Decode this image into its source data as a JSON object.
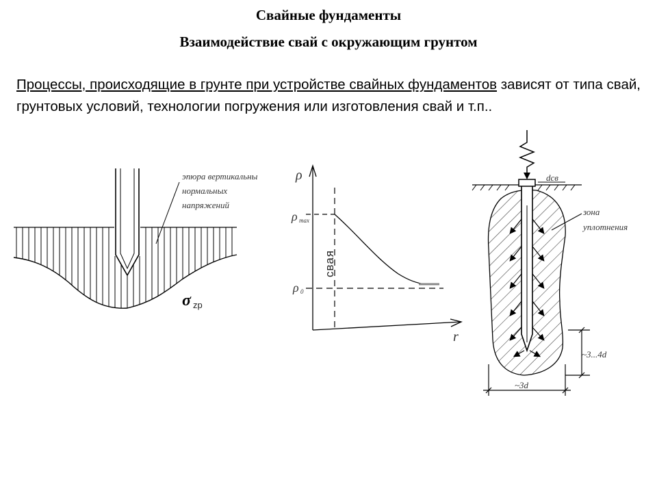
{
  "title": "Свайные фундаменты",
  "subtitle": "Взаимодействие свай с окружающим грунтом",
  "paragraph": {
    "underlined": "Процессы, происходящие в грунте при устройстве свайных фундаментов",
    "rest": " зависят от типа свай, грунтовых условий, технологии погружения или изготовления свай и т.п.."
  },
  "fig1": {
    "label_line1": "эпюра вертикальны",
    "label_line2": "нормальных",
    "label_line3": "напряжений",
    "sigma_symbol": "σ",
    "sigma_sub": "zp"
  },
  "fig2": {
    "y_axis": "ρ",
    "p_max_main": "ρ",
    "p_max_sub": "max",
    "p0_main": "ρ",
    "p0_sub": "0",
    "pile_label": "свая",
    "x_axis": "r"
  },
  "fig3": {
    "pile_width_label": "dсв",
    "zone_line1": "зона",
    "zone_line2": "уплотнения",
    "depth_label": "~3...4d",
    "width_label": "~3d"
  }
}
